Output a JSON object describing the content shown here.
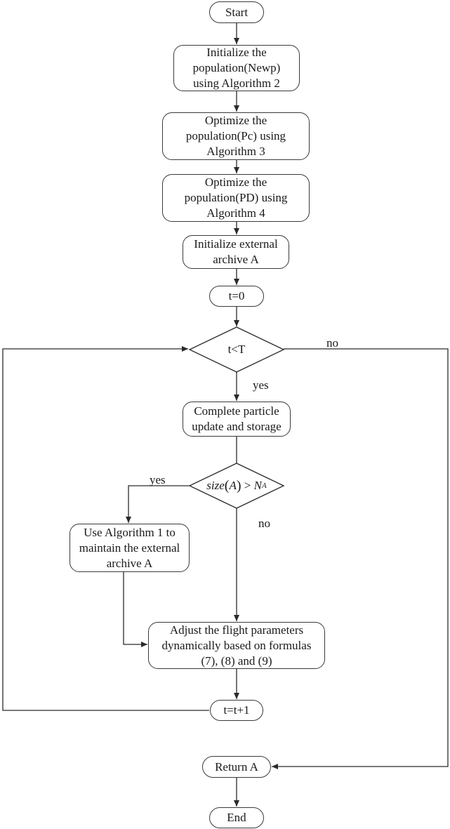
{
  "nodes": {
    "start": "Start",
    "init_pop": "Initialize the\npopulation(Newp)\nusing Algorithm 2",
    "opt_pc": "Optimize the\npopulation(Pc) using\nAlgorithm 3",
    "opt_pd": "Optimize the\npopulation(PD) using\nAlgorithm 4",
    "init_archive": "Initialize external\narchive A",
    "t0": "t=0",
    "loop_cond": "t<T",
    "update": "Complete particle\nupdate and storage",
    "size_cond": {
      "func": "size",
      "arg": "A",
      "op": " > ",
      "var": "N",
      "sub": "A"
    },
    "maintain": "Use Algorithm 1 to\nmaintain the external\narchive A",
    "adjust": "Adjust the flight parameters\ndynamically based on formulas\n(7), (8) and (9)",
    "increment": "t=t+1",
    "return": "Return A",
    "end": "End"
  },
  "edge_labels": {
    "loop_no": "no",
    "loop_yes": "yes",
    "size_yes": "yes",
    "size_no": "no"
  }
}
